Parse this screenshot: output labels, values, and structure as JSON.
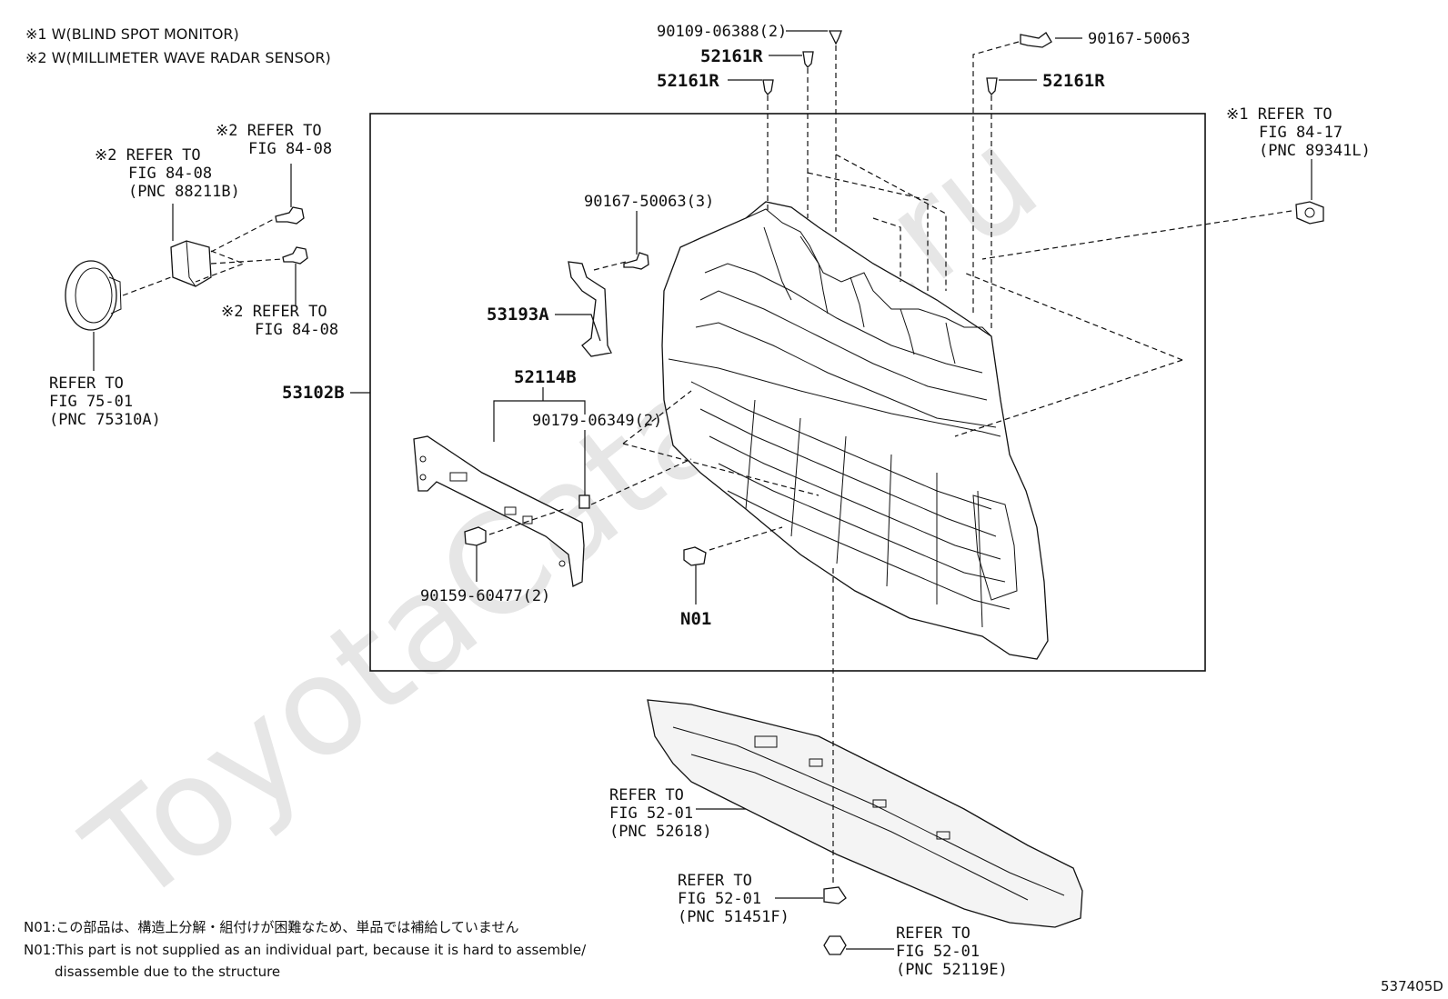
{
  "notes": {
    "n1": "※1  W(BLIND SPOT MONITOR)",
    "n2": "※2  W(MILLIMETER WAVE RADAR SENSOR)"
  },
  "watermark": "ToyotaCatalog.ru",
  "labels": {
    "p90109": "90109-06388(2)",
    "p90167_top": "90167-50063",
    "p52161r_a": "52161R",
    "p52161r_b": "52161R",
    "p52161r_c": "52161R",
    "ref_r1": "※1 REFER TO",
    "ref_r2": "FIG 84-17",
    "ref_r3": "(PNC 89341L)",
    "ref_a1": "※2 REFER TO",
    "ref_a2": "FIG 84-08",
    "ref_b1": "※2 REFER TO",
    "ref_b2": "FIG 84-08",
    "ref_b3": "(PNC 88211B)",
    "ref_c1": "※2 REFER TO",
    "ref_c2": "FIG 84-08",
    "ref_d1": "REFER TO",
    "ref_d2": "FIG 75-01",
    "ref_d3": "(PNC 75310A)",
    "p90167_3": "90167-50063(3)",
    "p53193a": "53193A",
    "p53102b": "53102B",
    "p52114b": "52114B",
    "p90179": "90179-06349(2)",
    "p90159": "90159-60477(2)",
    "pn01": "N01",
    "ref_e1": "REFER TO",
    "ref_e2": "FIG 52-01",
    "ref_e3": "(PNC 52618)",
    "ref_f1": "REFER TO",
    "ref_f2": "FIG 52-01",
    "ref_f3": "(PNC 51451F)",
    "ref_g1": "REFER TO",
    "ref_g2": "FIG 52-01",
    "ref_g3": "(PNC 52119E)"
  },
  "footnotes": {
    "jp": "N01:この部品は、構造上分解・組付けが困難なため、単品では補給していません",
    "en1": "N01:This part is not supplied as an individual part, because it is hard to assemble/",
    "en2": "disassemble due to the structure"
  },
  "figure_id": "537405D"
}
